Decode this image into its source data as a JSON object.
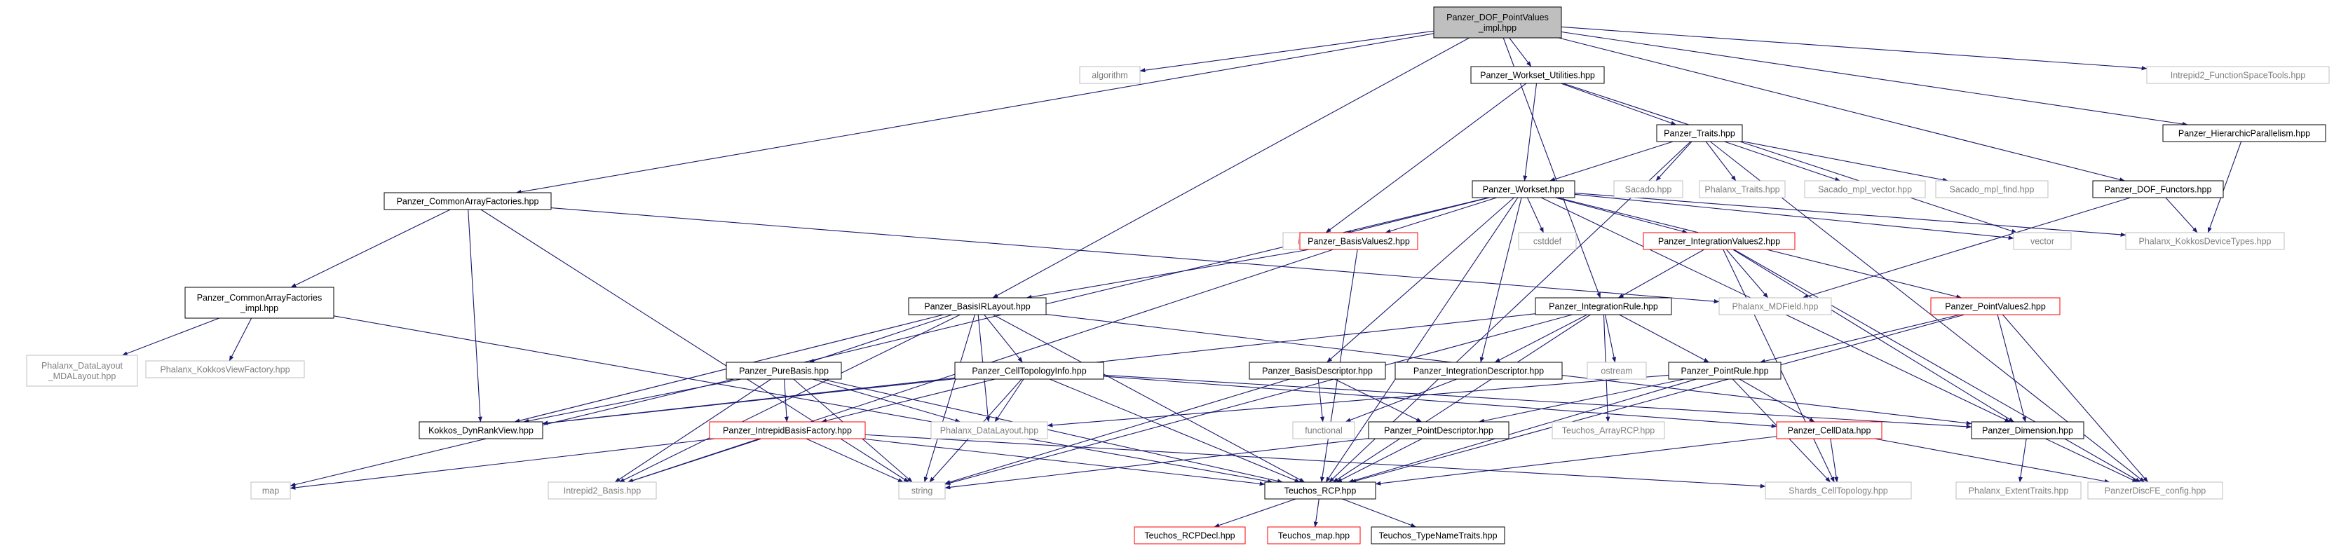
{
  "colors": {
    "edge": "#191970",
    "border_normal": "#000000",
    "border_external": "#bfbfbf",
    "border_truncated": "#ff0000",
    "root_fill": "#bfbfbf",
    "text_normal": "#000000",
    "text_external": "#7f7f7f"
  },
  "nodes": [
    {
      "id": "root",
      "label": "Panzer_DOF_PointValues\n_impl.hpp",
      "kind": "root"
    },
    {
      "id": "algorithm",
      "label": "algorithm",
      "kind": "external"
    },
    {
      "id": "workset_utils",
      "label": "Panzer_Workset_Utilities.hpp",
      "kind": "normal"
    },
    {
      "id": "intrepid2_fst",
      "label": "Intrepid2_FunctionSpaceTools.hpp",
      "kind": "external"
    },
    {
      "id": "traits",
      "label": "Panzer_Traits.hpp",
      "kind": "normal"
    },
    {
      "id": "hier_par",
      "label": "Panzer_HierarchicParallelism.hpp",
      "kind": "normal"
    },
    {
      "id": "workset",
      "label": "Panzer_Workset.hpp",
      "kind": "normal"
    },
    {
      "id": "sacado",
      "label": "Sacado.hpp",
      "kind": "external"
    },
    {
      "id": "phalanx_traits",
      "label": "Phalanx_Traits.hpp",
      "kind": "external"
    },
    {
      "id": "sacado_vec",
      "label": "Sacado_mpl_vector.hpp",
      "kind": "external"
    },
    {
      "id": "sacado_find",
      "label": "Sacado_mpl_find.hpp",
      "kind": "external"
    },
    {
      "id": "dof_functors",
      "label": "Panzer_DOF_Functors.hpp",
      "kind": "normal"
    },
    {
      "id": "common_af",
      "label": "Panzer_CommonArrayFactories.hpp",
      "kind": "normal"
    },
    {
      "id": "iostream",
      "label": "iostream",
      "kind": "external"
    },
    {
      "id": "basis_values2",
      "label": "Panzer_BasisValues2.hpp",
      "kind": "truncated"
    },
    {
      "id": "cstddef",
      "label": "cstddef",
      "kind": "external"
    },
    {
      "id": "int_values2",
      "label": "Panzer_IntegrationValues2.hpp",
      "kind": "truncated"
    },
    {
      "id": "vector",
      "label": "vector",
      "kind": "external"
    },
    {
      "id": "kokkos_dt",
      "label": "Phalanx_KokkosDeviceTypes.hpp",
      "kind": "external"
    },
    {
      "id": "common_af_impl",
      "label": "Panzer_CommonArrayFactories\n_impl.hpp",
      "kind": "normal"
    },
    {
      "id": "basis_ir_layout",
      "label": "Panzer_BasisIRLayout.hpp",
      "kind": "normal"
    },
    {
      "id": "int_rule",
      "label": "Panzer_IntegrationRule.hpp",
      "kind": "normal"
    },
    {
      "id": "md_field",
      "label": "Phalanx_MDField.hpp",
      "kind": "external"
    },
    {
      "id": "point_values2",
      "label": "Panzer_PointValues2.hpp",
      "kind": "truncated"
    },
    {
      "id": "phx_dl_mdl",
      "label": "Phalanx_DataLayout\n_MDALayout.hpp",
      "kind": "external"
    },
    {
      "id": "phx_kvf",
      "label": "Phalanx_KokkosViewFactory.hpp",
      "kind": "external"
    },
    {
      "id": "pure_basis",
      "label": "Panzer_PureBasis.hpp",
      "kind": "normal"
    },
    {
      "id": "cell_topo_info",
      "label": "Panzer_CellTopologyInfo.hpp",
      "kind": "normal"
    },
    {
      "id": "basis_desc",
      "label": "Panzer_BasisDescriptor.hpp",
      "kind": "normal"
    },
    {
      "id": "int_desc",
      "label": "Panzer_IntegrationDescriptor.hpp",
      "kind": "normal"
    },
    {
      "id": "ostream",
      "label": "ostream",
      "kind": "external"
    },
    {
      "id": "point_rule",
      "label": "Panzer_PointRule.hpp",
      "kind": "normal"
    },
    {
      "id": "kokkos_drv",
      "label": "Kokkos_DynRankView.hpp",
      "kind": "normal"
    },
    {
      "id": "intrepid_bf",
      "label": "Panzer_IntrepidBasisFactory.hpp",
      "kind": "truncated"
    },
    {
      "id": "phx_dl",
      "label": "Phalanx_DataLayout.hpp",
      "kind": "external"
    },
    {
      "id": "functional",
      "label": "functional",
      "kind": "external"
    },
    {
      "id": "point_desc",
      "label": "Panzer_PointDescriptor.hpp",
      "kind": "normal"
    },
    {
      "id": "teuchos_arcp",
      "label": "Teuchos_ArrayRCP.hpp",
      "kind": "external"
    },
    {
      "id": "cell_data",
      "label": "Panzer_CellData.hpp",
      "kind": "truncated"
    },
    {
      "id": "dimension",
      "label": "Panzer_Dimension.hpp",
      "kind": "normal"
    },
    {
      "id": "map",
      "label": "map",
      "kind": "external"
    },
    {
      "id": "intrepid2_basis",
      "label": "Intrepid2_Basis.hpp",
      "kind": "external"
    },
    {
      "id": "string",
      "label": "string",
      "kind": "external"
    },
    {
      "id": "teuchos_rcp",
      "label": "Teuchos_RCP.hpp",
      "kind": "normal"
    },
    {
      "id": "shards",
      "label": "Shards_CellTopology.hpp",
      "kind": "external"
    },
    {
      "id": "phx_et",
      "label": "Phalanx_ExtentTraits.hpp",
      "kind": "external"
    },
    {
      "id": "pdfe_config",
      "label": "PanzerDiscFE_config.hpp",
      "kind": "external"
    },
    {
      "id": "rcp_decl",
      "label": "Teuchos_RCPDecl.hpp",
      "kind": "truncated"
    },
    {
      "id": "teuchos_map",
      "label": "Teuchos_map.hpp",
      "kind": "truncated"
    },
    {
      "id": "type_traits",
      "label": "Teuchos_TypeNameTraits.hpp",
      "kind": "normal"
    }
  ],
  "edges": [
    [
      "root",
      "algorithm"
    ],
    [
      "root",
      "workset_utils"
    ],
    [
      "root",
      "intrepid2_fst"
    ],
    [
      "root",
      "hier_par"
    ],
    [
      "root",
      "dof_functors"
    ],
    [
      "root",
      "common_af"
    ],
    [
      "root",
      "basis_ir_layout"
    ],
    [
      "root",
      "int_rule"
    ],
    [
      "workset_utils",
      "traits"
    ],
    [
      "workset_utils",
      "workset"
    ],
    [
      "workset_utils",
      "iostream"
    ],
    [
      "workset_utils",
      "vector"
    ],
    [
      "traits",
      "workset"
    ],
    [
      "traits",
      "sacado"
    ],
    [
      "traits",
      "phalanx_traits"
    ],
    [
      "traits",
      "sacado_vec"
    ],
    [
      "traits",
      "sacado_find"
    ],
    [
      "traits",
      "pdfe_config"
    ],
    [
      "traits",
      "teuchos_rcp"
    ],
    [
      "hier_par",
      "kokkos_dt"
    ],
    [
      "dof_functors",
      "kokkos_dt"
    ],
    [
      "dof_functors",
      "md_field"
    ],
    [
      "workset",
      "map"
    ],
    [
      "workset",
      "iostream"
    ],
    [
      "workset",
      "basis_values2"
    ],
    [
      "workset",
      "cstddef"
    ],
    [
      "workset",
      "int_values2"
    ],
    [
      "workset",
      "point_values2"
    ],
    [
      "workset",
      "vector"
    ],
    [
      "workset",
      "kokkos_dt"
    ],
    [
      "workset",
      "basis_desc"
    ],
    [
      "workset",
      "int_desc"
    ],
    [
      "workset",
      "dimension"
    ],
    [
      "workset",
      "teuchos_rcp"
    ],
    [
      "common_af",
      "common_af_impl"
    ],
    [
      "common_af",
      "md_field"
    ],
    [
      "common_af",
      "kokkos_drv"
    ],
    [
      "common_af",
      "string"
    ],
    [
      "basis_values2",
      "basis_ir_layout"
    ],
    [
      "basis_values2",
      "intrepid2_basis"
    ],
    [
      "basis_values2",
      "teuchos_rcp"
    ],
    [
      "int_values2",
      "int_rule"
    ],
    [
      "int_values2",
      "md_field"
    ],
    [
      "int_values2",
      "shards"
    ],
    [
      "int_values2",
      "dimension"
    ],
    [
      "int_values2",
      "pdfe_config"
    ],
    [
      "common_af_impl",
      "phx_dl_mdl"
    ],
    [
      "common_af_impl",
      "phx_kvf"
    ],
    [
      "common_af_impl",
      "teuchos_rcp"
    ],
    [
      "basis_ir_layout",
      "pure_basis"
    ],
    [
      "basis_ir_layout",
      "cell_topo_info"
    ],
    [
      "basis_ir_layout",
      "kokkos_drv"
    ],
    [
      "basis_ir_layout",
      "phx_dl"
    ],
    [
      "basis_ir_layout",
      "dimension"
    ],
    [
      "basis_ir_layout",
      "string"
    ],
    [
      "basis_ir_layout",
      "teuchos_rcp"
    ],
    [
      "basis_ir_layout",
      "intrepid2_basis"
    ],
    [
      "int_rule",
      "point_rule"
    ],
    [
      "int_rule",
      "int_desc"
    ],
    [
      "int_rule",
      "ostream"
    ],
    [
      "int_rule",
      "kokkos_drv"
    ],
    [
      "int_rule",
      "teuchos_rcp"
    ],
    [
      "int_rule",
      "string"
    ],
    [
      "int_rule",
      "teuchos_arcp"
    ],
    [
      "point_values2",
      "point_rule"
    ],
    [
      "point_values2",
      "dimension"
    ],
    [
      "point_values2",
      "teuchos_rcp"
    ],
    [
      "point_values2",
      "pdfe_config"
    ],
    [
      "pure_basis",
      "kokkos_drv"
    ],
    [
      "pure_basis",
      "intrepid_bf"
    ],
    [
      "pure_basis",
      "phx_dl"
    ],
    [
      "pure_basis",
      "string"
    ],
    [
      "pure_basis",
      "intrepid2_basis"
    ],
    [
      "pure_basis",
      "teuchos_rcp"
    ],
    [
      "cell_topo_info",
      "kokkos_drv"
    ],
    [
      "cell_topo_info",
      "phx_dl"
    ],
    [
      "cell_topo_info",
      "cell_data"
    ],
    [
      "cell_topo_info",
      "dimension"
    ],
    [
      "cell_topo_info",
      "string"
    ],
    [
      "cell_topo_info",
      "teuchos_rcp"
    ],
    [
      "cell_topo_info",
      "intrepid_bf"
    ],
    [
      "basis_desc",
      "point_desc"
    ],
    [
      "basis_desc",
      "functional"
    ],
    [
      "basis_desc",
      "string"
    ],
    [
      "int_desc",
      "functional"
    ],
    [
      "point_rule",
      "cell_data"
    ],
    [
      "point_rule",
      "phx_dl"
    ],
    [
      "point_rule",
      "point_desc"
    ],
    [
      "point_rule",
      "shards"
    ],
    [
      "point_rule",
      "teuchos_rcp"
    ],
    [
      "intrepid_bf",
      "map"
    ],
    [
      "intrepid_bf",
      "intrepid2_basis"
    ],
    [
      "intrepid_bf",
      "string"
    ],
    [
      "intrepid_bf",
      "teuchos_rcp"
    ],
    [
      "intrepid_bf",
      "shards"
    ],
    [
      "point_desc",
      "string"
    ],
    [
      "point_desc",
      "teuchos_rcp"
    ],
    [
      "cell_data",
      "shards"
    ],
    [
      "cell_data",
      "teuchos_rcp"
    ],
    [
      "cell_data",
      "pdfe_config"
    ],
    [
      "dimension",
      "phx_et"
    ],
    [
      "dimension",
      "pdfe_config"
    ],
    [
      "teuchos_rcp",
      "rcp_decl"
    ],
    [
      "teuchos_rcp",
      "teuchos_map"
    ],
    [
      "teuchos_rcp",
      "type_traits"
    ]
  ]
}
